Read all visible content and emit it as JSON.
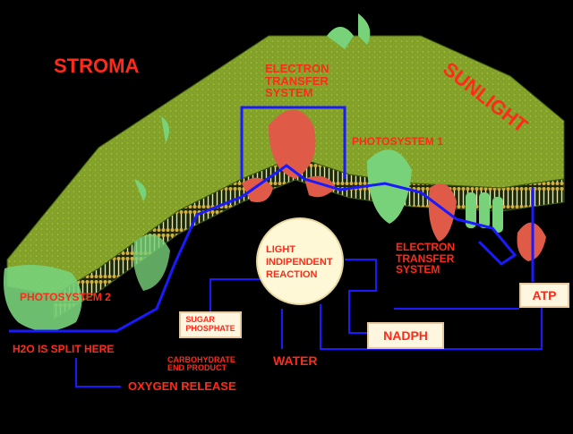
{
  "labels": {
    "stroma": "STROMA",
    "sunlight": "SUNLIGHT",
    "electron_transfer_system_top": "ELECTRON\nTRANSFER\nSYSTEM",
    "photosystem_1": "PHOTOSYSTEM 1",
    "photosystem_2": "PHOTOSYSTEM 2",
    "light_independent_reaction": "LIGHT\nINDIPENDENT\nREACTION",
    "electron_transfer_system_right": "ELECTRON\nTRANSFER\nSYSTEM",
    "sugar_phosphate": "SUGAR\nPHOSPHATE",
    "carbohydrate_end_product": "CARBOHYDRATE\nEND PRODUCT",
    "water": "WATER",
    "h2o_split": "H2O IS SPLIT HERE",
    "oxygen_release": "OXYGEN RELEASE",
    "nadph": "NADPH",
    "atp": "ATP"
  },
  "colors": {
    "background": "#000000",
    "label_red": "#ff2a1a",
    "membrane_green": "#7fa32a",
    "protein_red": "#e05a48",
    "protein_green": "#78d27a",
    "flow_line_blue": "#1a1aff",
    "box_fill": "#fff6e0"
  }
}
